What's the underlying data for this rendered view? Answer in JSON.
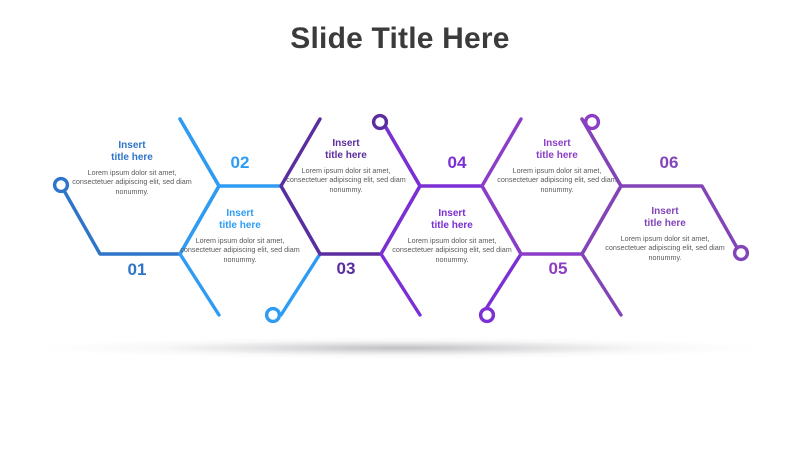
{
  "slide": {
    "title": "Slide Title Here",
    "title_color": "#3b3b3b",
    "background": "#ffffff"
  },
  "diagram": {
    "type": "hexagon-chain-infographic",
    "body_text_color": "#58595b",
    "steps": [
      {
        "number": "01",
        "title": "Insert\ntitle here",
        "body": "Lorem ipsum dolor sit amet, consectetuer adipiscing elit, sed diam nonummy.",
        "color": "#2e75c9",
        "position": "up"
      },
      {
        "number": "02",
        "title": "Insert\ntitle here",
        "body": "Lorem ipsum dolor sit amet, consectetuer adipiscing elit, sed diam nonummy.",
        "color": "#2f9cf4",
        "position": "down"
      },
      {
        "number": "03",
        "title": "Insert\ntitle here",
        "body": "Lorem ipsum dolor sit amet, consectetuer adipiscing elit, sed diam nonummy.",
        "color": "#5b2d9e",
        "position": "up"
      },
      {
        "number": "04",
        "title": "Insert\ntitle here",
        "body": "Lorem ipsum dolor sit amet, consectetuer adipiscing elit, sed diam nonummy.",
        "color": "#7b2fd4",
        "position": "down"
      },
      {
        "number": "05",
        "title": "Insert\ntitle here",
        "body": "Lorem ipsum dolor sit amet, consectetuer adipiscing elit, sed diam nonummy.",
        "color": "#8b3dc8",
        "position": "up"
      },
      {
        "number": "06",
        "title": "Insert\ntitle here",
        "body": "Lorem ipsum dolor sit amet, consectetuer adipiscing elit, sed diam nonummy.",
        "color": "#8344b8",
        "position": "down"
      }
    ],
    "endpoints": [
      {
        "name": "start-left",
        "color": "#2e75c9"
      },
      {
        "name": "bottom-step-02",
        "color": "#2f9cf4"
      },
      {
        "name": "top-step-04",
        "color": "#5b2d9e"
      },
      {
        "name": "bottom-step-05",
        "color": "#7b2fd4"
      },
      {
        "name": "top-step-06",
        "color": "#8b3dc8"
      },
      {
        "name": "end-right",
        "color": "#8344b8"
      }
    ]
  }
}
